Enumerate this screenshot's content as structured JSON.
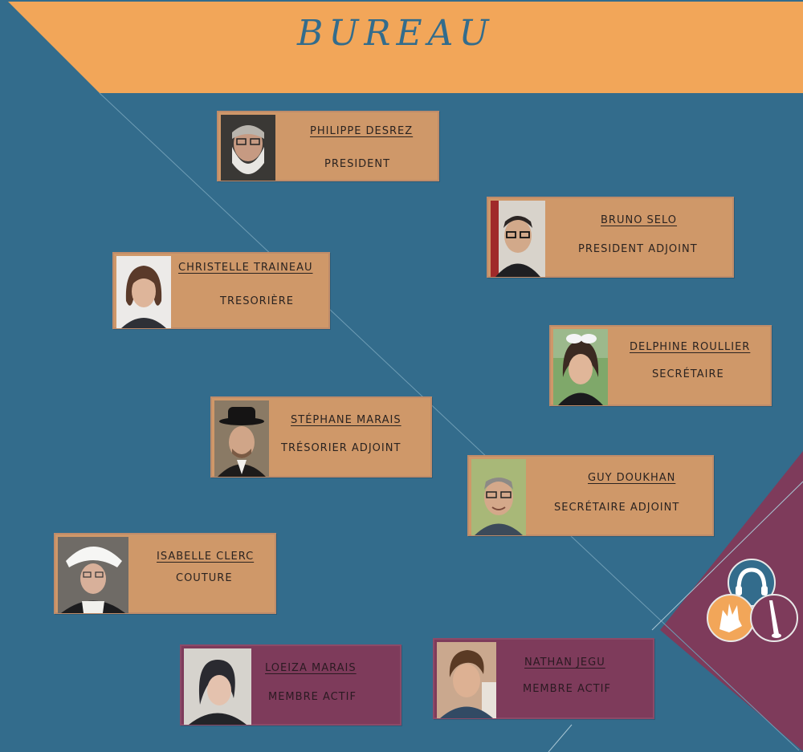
{
  "header": {
    "title": "BUREAU"
  },
  "colors": {
    "background": "#336c8c",
    "banner": "#f2a659",
    "card": "#cf9869",
    "card_plum": "#7e3b5b",
    "corner": "#7e3b5b"
  },
  "members": [
    {
      "name": "PHILIPPE DESREZ",
      "role": "PRESIDENT",
      "style": "orange",
      "photo": "portrait-photo"
    },
    {
      "name": "BRUNO SELO",
      "role": "PRESIDENT ADJOINT",
      "style": "orange",
      "photo": "portrait-photo"
    },
    {
      "name": "CHRISTELLE TRAINEAU",
      "role": "TRESORIÈRE",
      "style": "orange",
      "photo": "portrait-photo"
    },
    {
      "name": "DELPHINE ROULLIER",
      "role": "SECRÉTAIRE",
      "style": "orange",
      "photo": "portrait-photo"
    },
    {
      "name": "STÉPHANE MARAIS",
      "role": "TRÉSORIER ADJOINT",
      "style": "orange",
      "photo": "portrait-photo"
    },
    {
      "name": "GUY DOUKHAN",
      "role": "SECRÉTAIRE ADJOINT",
      "style": "orange",
      "photo": "portrait-photo"
    },
    {
      "name": "ISABELLE CLERC",
      "role": "COUTURE",
      "style": "orange",
      "photo": "portrait-photo"
    },
    {
      "name": "LOEIZA MARAIS",
      "role": "MEMBRE ACTIF",
      "style": "plum",
      "photo": "portrait-photo"
    },
    {
      "name": "NATHAN JEGU",
      "role": "MEMBRE ACTIF",
      "style": "plum",
      "photo": "portrait-photo"
    }
  ],
  "logo": {
    "icons": [
      "headphones-icon",
      "hands-icon",
      "clarinet-icon"
    ]
  }
}
